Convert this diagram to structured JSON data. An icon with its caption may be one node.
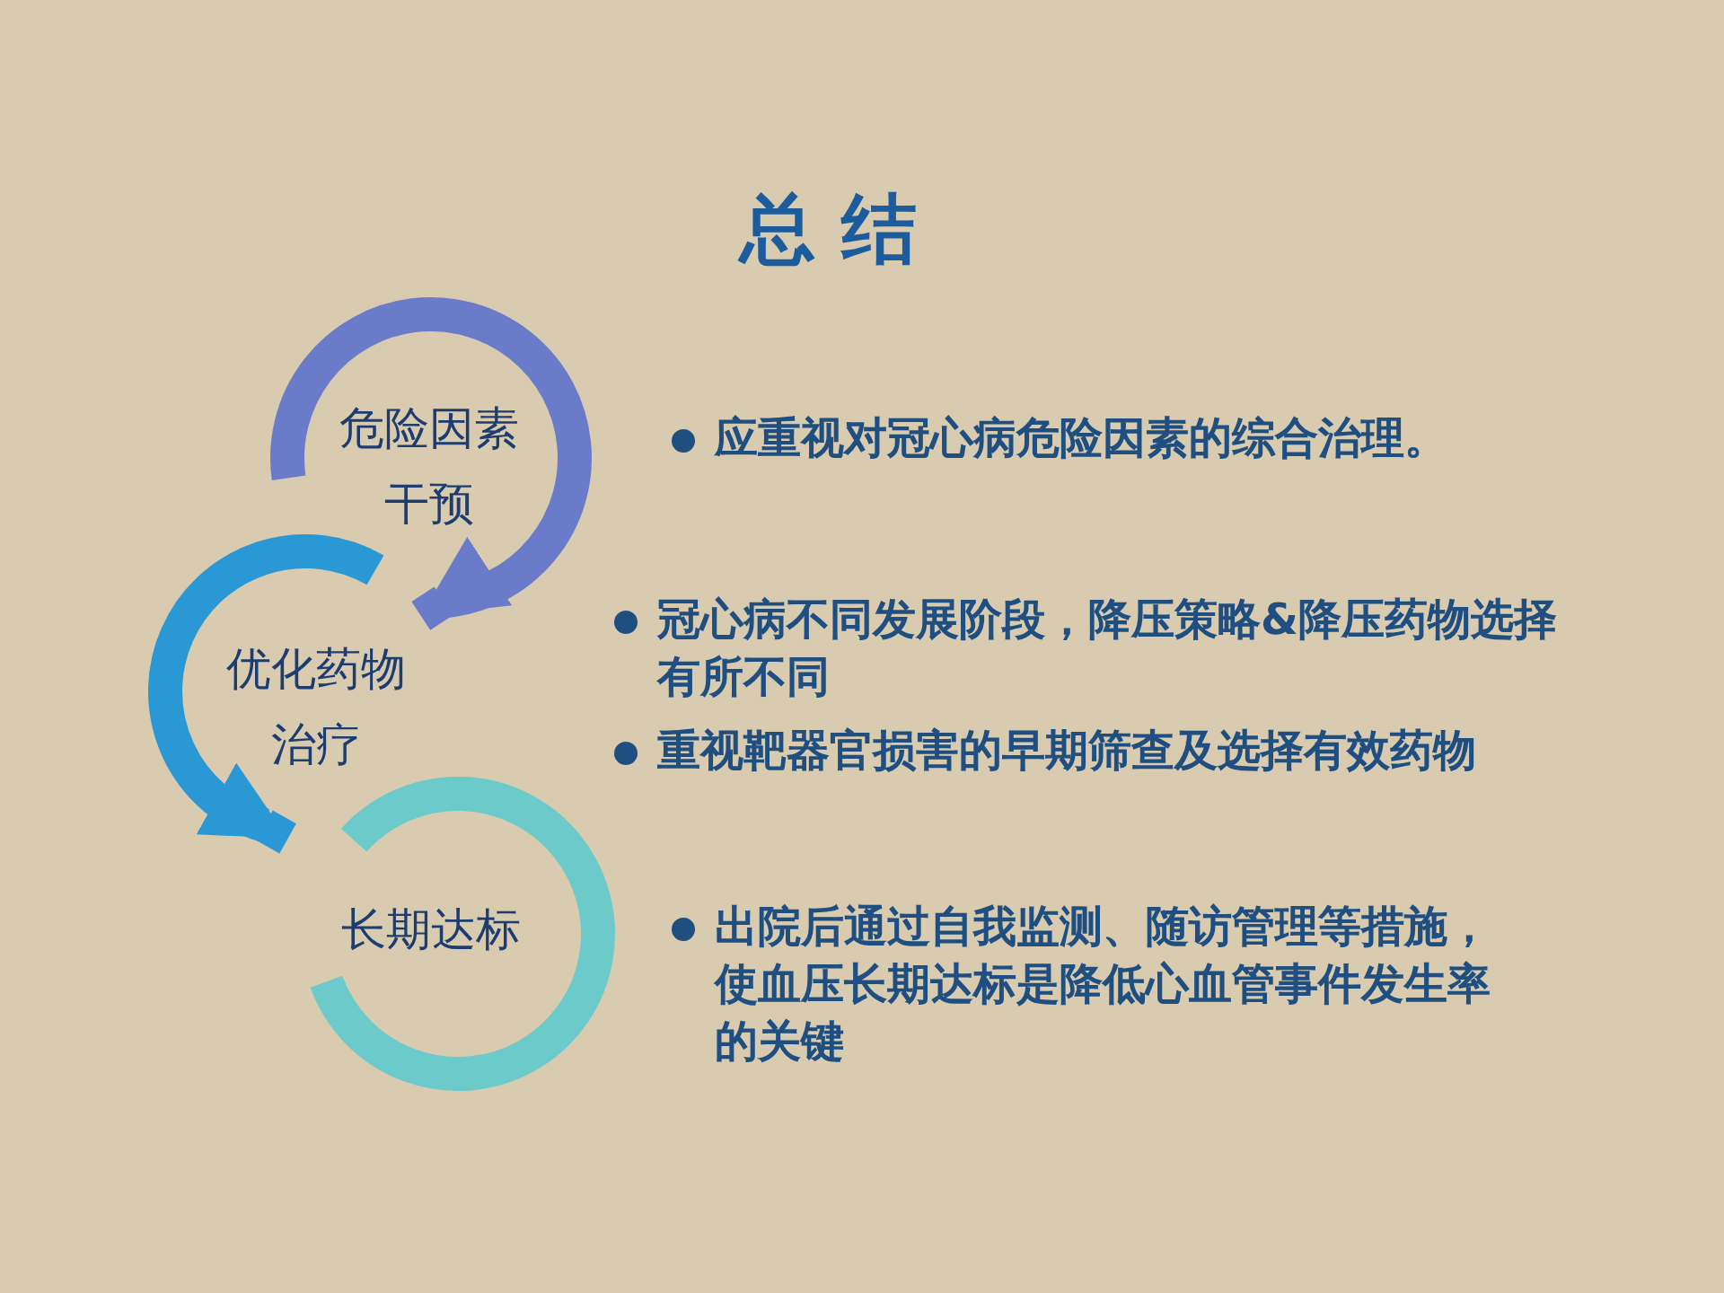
{
  "diagram": {
    "title": "总 结",
    "nodes": [
      {
        "text": [
          "危险因素干预"
        ]
      },
      {
        "text": [
          "优化药物治疗"
        ]
      },
      {
        "text": [
          "长期达标"
        ]
      }
    ],
    "edges": [
      {
        "from": 0,
        "to": 1,
        "arrow": "to",
        "color": "#6a7cc9"
      },
      {
        "from": 1,
        "to": 2,
        "arrow": "to",
        "color": "#2b98d6"
      }
    ],
    "labels": [
      "应重视对冠心病危险因素的综合治理。",
      "冠心病不同发展阶段，降压策略&降压药物选择有所不同",
      "重视靶器官损害的早期筛查及选择有效药物",
      "出院后通过自我监测、随访管理等措施，使血压长期达标是降低心血管事件发生率的关键"
    ]
  }
}
